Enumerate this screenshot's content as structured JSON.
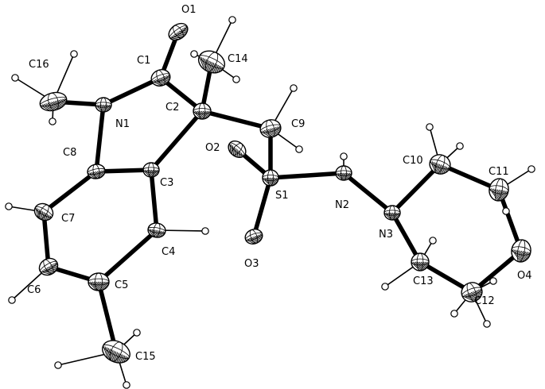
{
  "atoms": [
    {
      "id": "O1",
      "label": "O1",
      "kind": "O"
    },
    {
      "id": "C1",
      "label": "C1",
      "kind": "C"
    },
    {
      "id": "C14",
      "label": "C14",
      "kind": "C"
    },
    {
      "id": "C16",
      "label": "C16",
      "kind": "C"
    },
    {
      "id": "N1",
      "label": "N1",
      "kind": "N"
    },
    {
      "id": "C2",
      "label": "C2",
      "kind": "C"
    },
    {
      "id": "C9",
      "label": "C9",
      "kind": "C"
    },
    {
      "id": "O2",
      "label": "O2",
      "kind": "O"
    },
    {
      "id": "C8",
      "label": "C8",
      "kind": "C"
    },
    {
      "id": "C3",
      "label": "C3",
      "kind": "C"
    },
    {
      "id": "S1",
      "label": "S1",
      "kind": "S"
    },
    {
      "id": "N2",
      "label": "N2",
      "kind": "N"
    },
    {
      "id": "C10",
      "label": "C10",
      "kind": "C"
    },
    {
      "id": "C11",
      "label": "C11",
      "kind": "C"
    },
    {
      "id": "C7",
      "label": "C7",
      "kind": "C"
    },
    {
      "id": "N3",
      "label": "N3",
      "kind": "N"
    },
    {
      "id": "C4",
      "label": "C4",
      "kind": "C"
    },
    {
      "id": "O3",
      "label": "O3",
      "kind": "O"
    },
    {
      "id": "O4",
      "label": "O4",
      "kind": "O"
    },
    {
      "id": "C13",
      "label": "C13",
      "kind": "C"
    },
    {
      "id": "C6",
      "label": "C6",
      "kind": "C"
    },
    {
      "id": "C5",
      "label": "C5",
      "kind": "C"
    },
    {
      "id": "C12",
      "label": "C12",
      "kind": "C"
    },
    {
      "id": "C15",
      "label": "C15",
      "kind": "C"
    }
  ],
  "bonds": [
    [
      "C1",
      "O1"
    ],
    [
      "C1",
      "N1"
    ],
    [
      "C1",
      "C2"
    ],
    [
      "C2",
      "C14"
    ],
    [
      "C2",
      "C3"
    ],
    [
      "C2",
      "C9"
    ],
    [
      "N1",
      "C16"
    ],
    [
      "N1",
      "C8"
    ],
    [
      "C8",
      "C3"
    ],
    [
      "C8",
      "C7"
    ],
    [
      "C3",
      "C4"
    ],
    [
      "C4",
      "C5"
    ],
    [
      "C5",
      "C6"
    ],
    [
      "C6",
      "C7"
    ],
    [
      "C5",
      "C15"
    ],
    [
      "C9",
      "S1"
    ],
    [
      "S1",
      "O2"
    ],
    [
      "S1",
      "O3"
    ],
    [
      "S1",
      "N2"
    ],
    [
      "N2",
      "N3"
    ],
    [
      "N3",
      "C10"
    ],
    [
      "N3",
      "C13"
    ],
    [
      "C10",
      "C11"
    ],
    [
      "C11",
      "O4"
    ],
    [
      "O4",
      "C12"
    ],
    [
      "C12",
      "C13"
    ]
  ]
}
